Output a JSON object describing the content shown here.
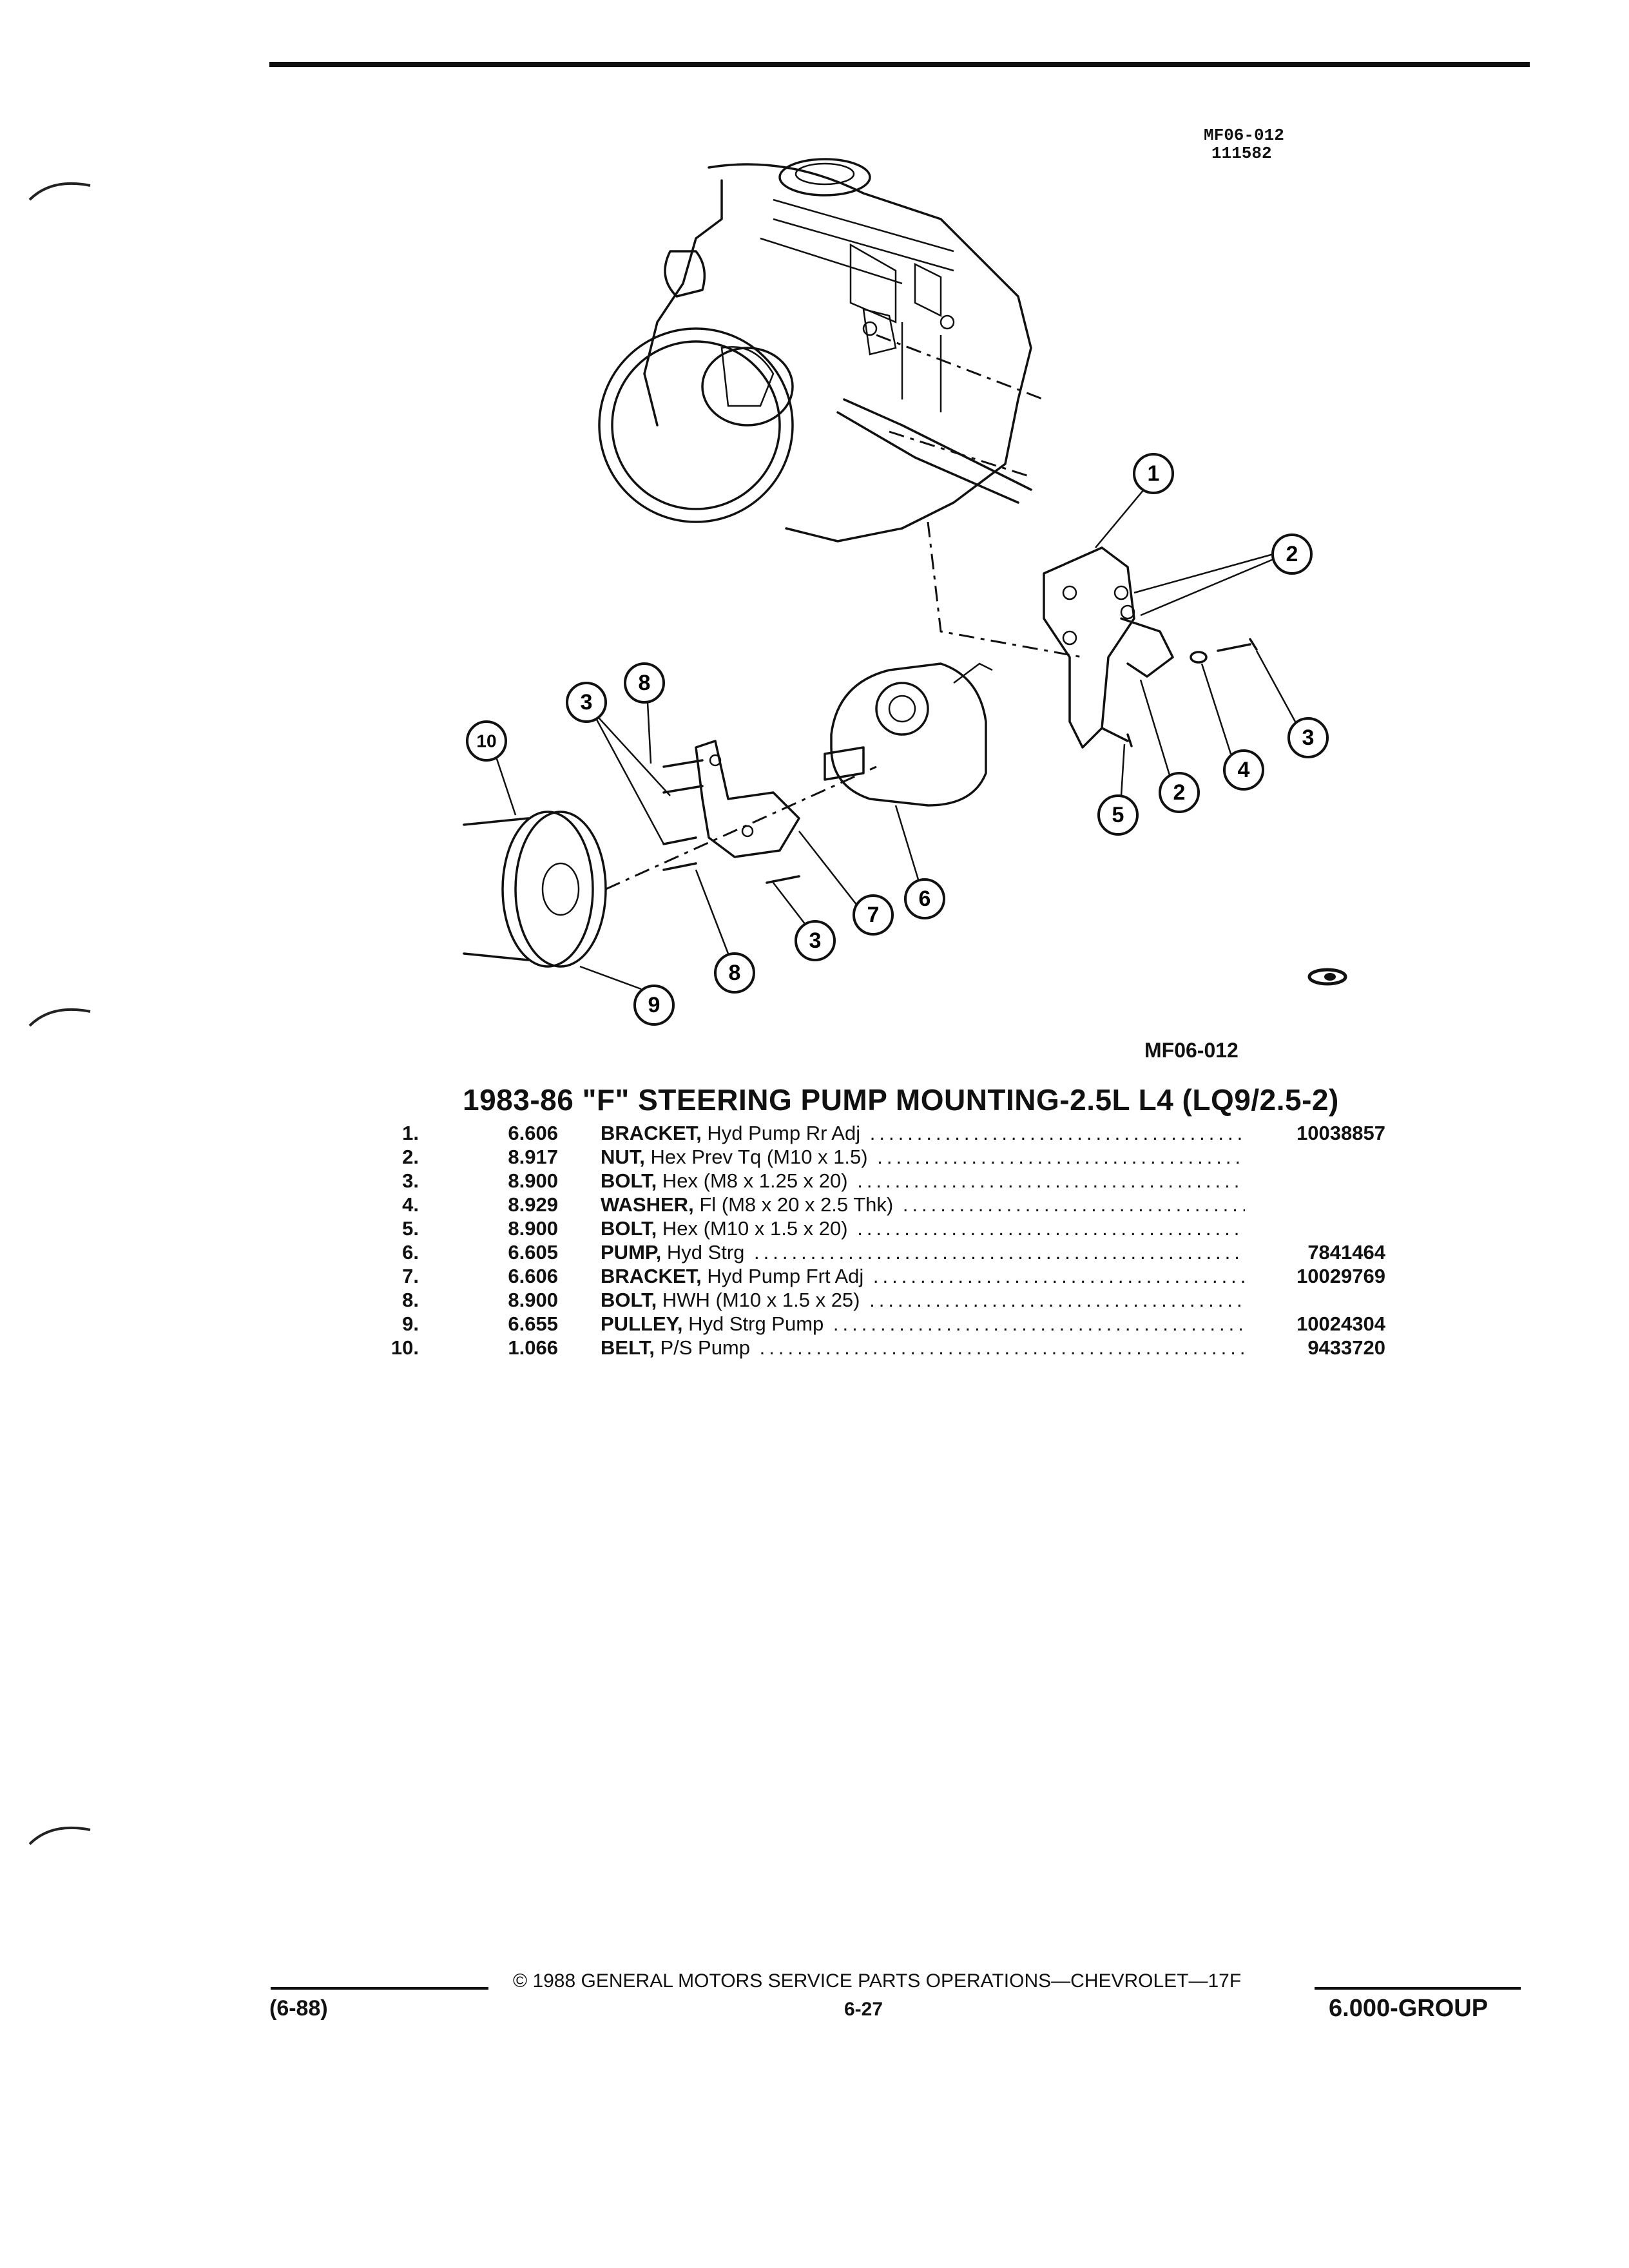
{
  "header": {
    "ref_code_line1": "MF06-012",
    "ref_code_line2": "111582"
  },
  "diagram": {
    "callouts": [
      "1",
      "2",
      "2",
      "3",
      "3",
      "3",
      "4",
      "5",
      "6",
      "7",
      "8",
      "8",
      "9",
      "10"
    ]
  },
  "figure": {
    "code": "MF06-012"
  },
  "section": {
    "title": "1983-86 \"F\" STEERING PUMP MOUNTING-2.5L L4 (LQ9/2.5-2)"
  },
  "parts": [
    {
      "index": "1.",
      "group": "6.606",
      "noun": "BRACKET,",
      "spec": "Hyd Pump Rr Adj",
      "part_number": "10038857"
    },
    {
      "index": "2.",
      "group": "8.917",
      "noun": "NUT,",
      "spec": "Hex Prev Tq (M10 x 1.5)",
      "part_number": ""
    },
    {
      "index": "3.",
      "group": "8.900",
      "noun": "BOLT,",
      "spec": "Hex (M8 x 1.25 x 20)",
      "part_number": ""
    },
    {
      "index": "4.",
      "group": "8.929",
      "noun": "WASHER,",
      "spec": "Fl (M8 x 20 x 2.5 Thk)",
      "part_number": ""
    },
    {
      "index": "5.",
      "group": "8.900",
      "noun": "BOLT,",
      "spec": "Hex (M10 x 1.5 x 20)",
      "part_number": ""
    },
    {
      "index": "6.",
      "group": "6.605",
      "noun": "PUMP,",
      "spec": "Hyd Strg",
      "part_number": "7841464"
    },
    {
      "index": "7.",
      "group": "6.606",
      "noun": "BRACKET,",
      "spec": "Hyd Pump Frt Adj",
      "part_number": "10029769"
    },
    {
      "index": "8.",
      "group": "8.900",
      "noun": "BOLT,",
      "spec": "HWH (M10 x 1.5 x 25)",
      "part_number": ""
    },
    {
      "index": "9.",
      "group": "6.655",
      "noun": "PULLEY,",
      "spec": "Hyd Strg Pump",
      "part_number": "10024304"
    },
    {
      "index": "10.",
      "group": "1.066",
      "noun": "BELT,",
      "spec": "P/S Pump",
      "part_number": "9433720"
    }
  ],
  "footer": {
    "copyright": "© 1988 GENERAL MOTORS SERVICE PARTS OPERATIONS—CHEVROLET—17F",
    "date_code": "(6-88)",
    "page": "6-27",
    "group": "6.000-GROUP"
  }
}
